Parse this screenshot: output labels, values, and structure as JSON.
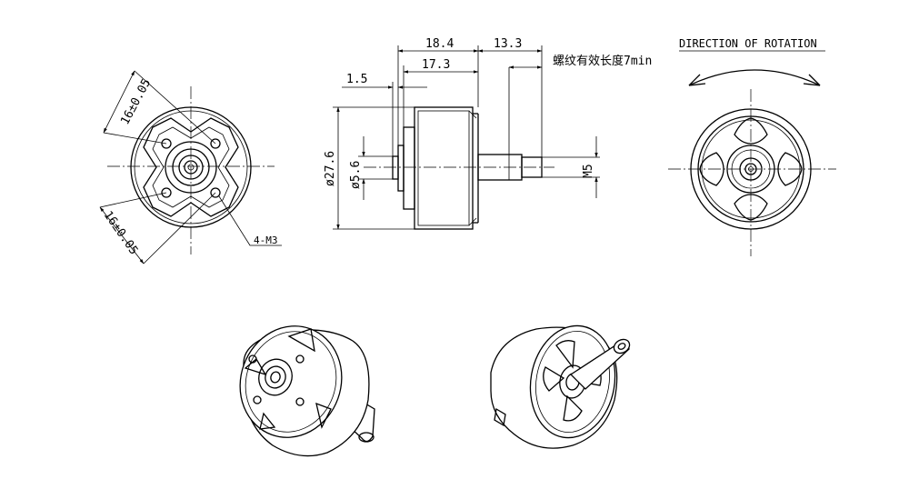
{
  "dimensions": {
    "front_mount_1": "16±0.05",
    "front_mount_2": "16±0.05",
    "mount_holes": "4-M3",
    "length_total": "18.4",
    "shaft_length": "13.3",
    "body_length": "17.3",
    "flange_offset": "1.5",
    "diameter_body": "ø27.6",
    "diameter_boss": "ø5.6",
    "shaft_thread": "M5",
    "thread_note": "螺纹有效长度7min"
  },
  "labels": {
    "direction_of_rotation": "DIRECTION OF ROTATION"
  },
  "colors": {
    "line": "#000000",
    "background": "#ffffff"
  }
}
